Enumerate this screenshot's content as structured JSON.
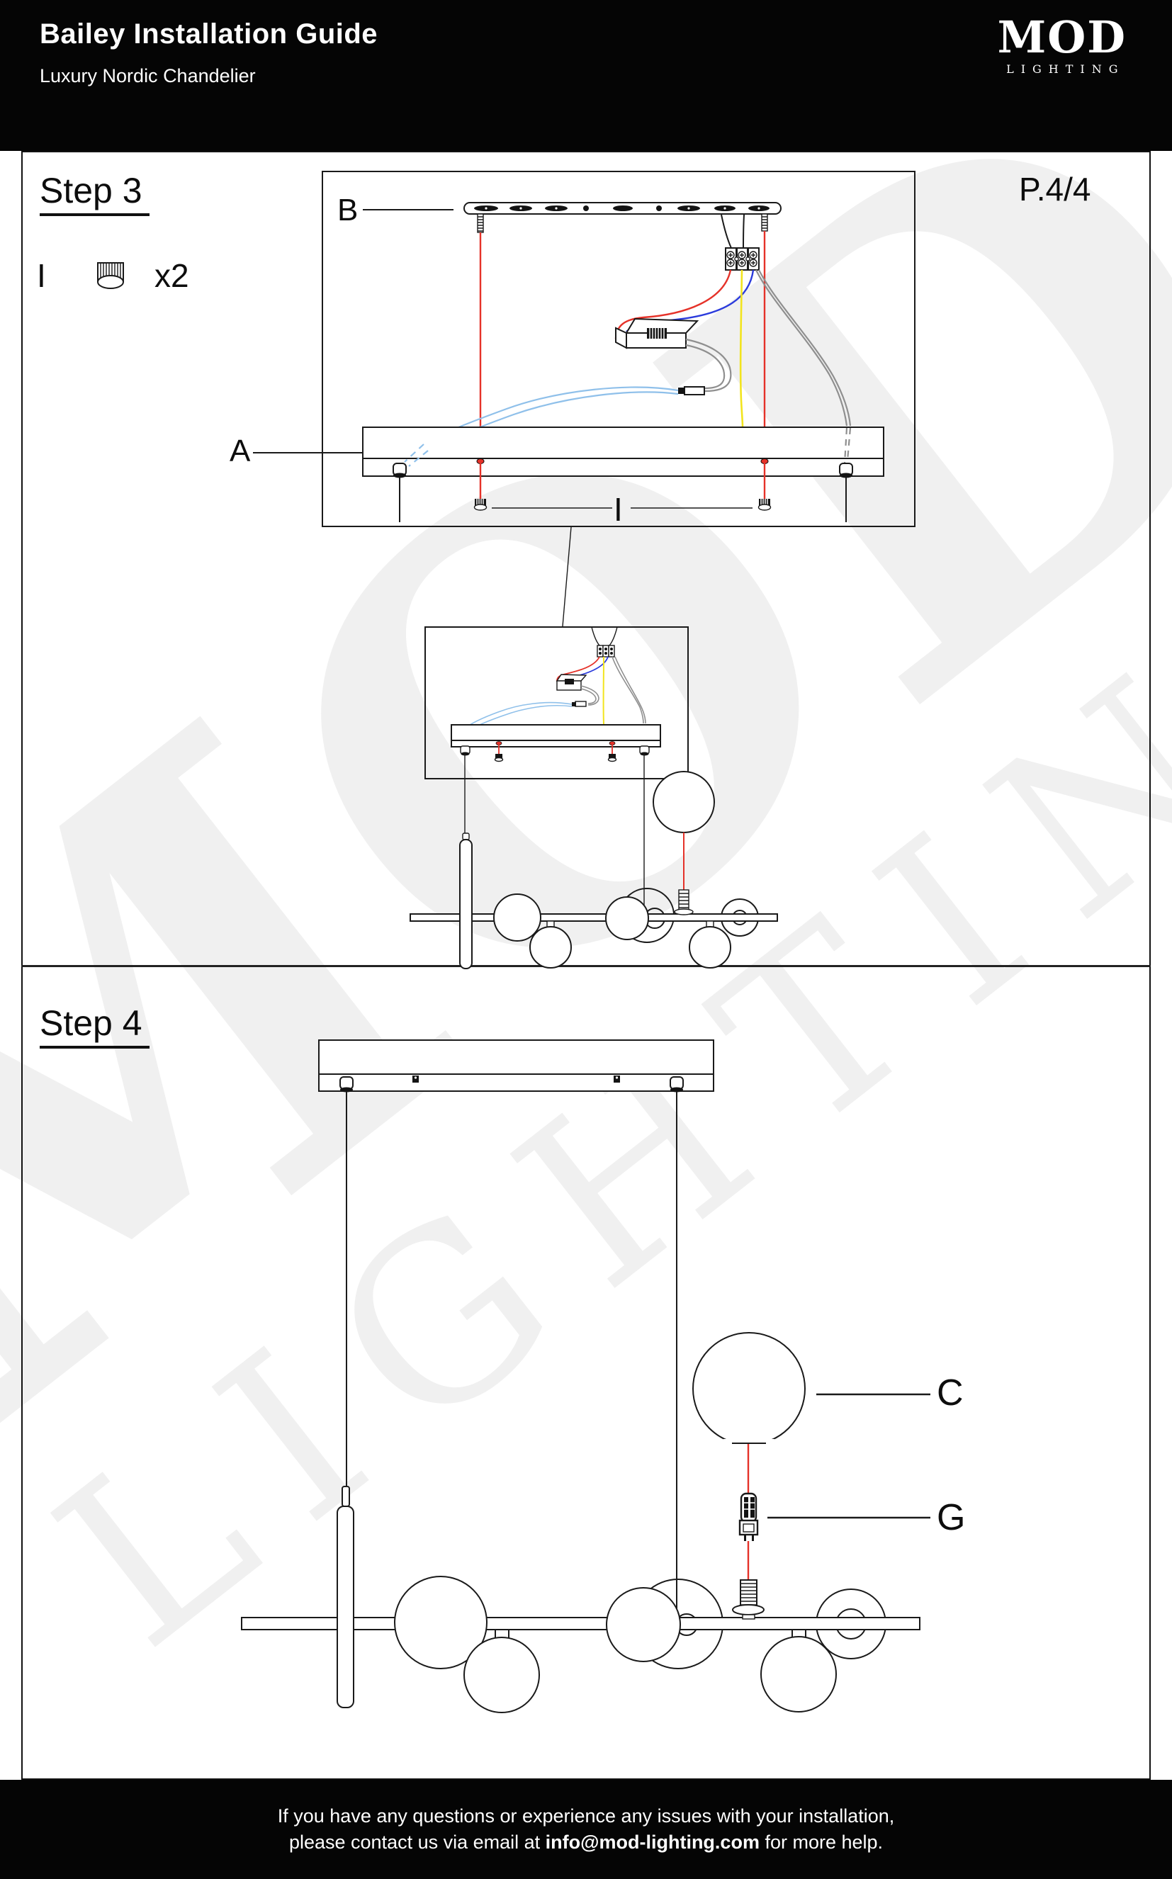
{
  "header": {
    "title": "Bailey Installation Guide",
    "subtitle": "Luxury Nordic Chandelier",
    "logo_text": "MOD",
    "logo_subtext": "LIGHTING"
  },
  "watermark": {
    "line1": "MOD",
    "line2": "LIGHTING"
  },
  "step3": {
    "heading": "Step 3",
    "page_number": "P.4/4",
    "parts": {
      "letter": "I",
      "quantity": "x2"
    },
    "labels": {
      "a": "A",
      "b": "B",
      "i": "I"
    }
  },
  "step4": {
    "heading": "Step 4",
    "labels": {
      "c": "C",
      "g": "G"
    }
  },
  "footer": {
    "line1": "If you have any questions or experience any issues with your installation,",
    "line2_prefix": "please contact us via email at ",
    "email": "info@mod-lighting.com",
    "line2_suffix": " for more help."
  },
  "colors": {
    "wire_red": "#E53229",
    "wire_yellow": "#F2E41E",
    "wire_blue": "#2B3BDC",
    "wire_light_blue": "#8FC0EA",
    "wire_gray": "#8F8F8F",
    "ink": "#1a1a1a",
    "watermark_gray": "#f0f0f0"
  }
}
